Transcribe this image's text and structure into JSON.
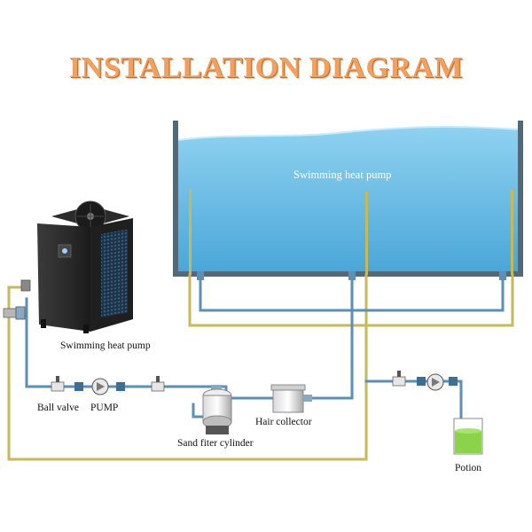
{
  "title": "INSTALLATION DIAGRAM",
  "labels": {
    "pool": "Swimming heat pump",
    "heat_pump": "Swimming heat pump",
    "ball_valve": "Ball valve",
    "pump": "PUMP",
    "hair_collector": "Hair collector",
    "sand_filter": "Sand fiter cylinder",
    "potion": "Potion"
  },
  "colors": {
    "title": "#f0a060",
    "water": "#5fb8e4",
    "pool_frame": "#4f6674",
    "pipe_blue": "#5b8fb4",
    "pipe_yellow": "#c6b95a",
    "potion_liquid": "#8bd44a"
  }
}
